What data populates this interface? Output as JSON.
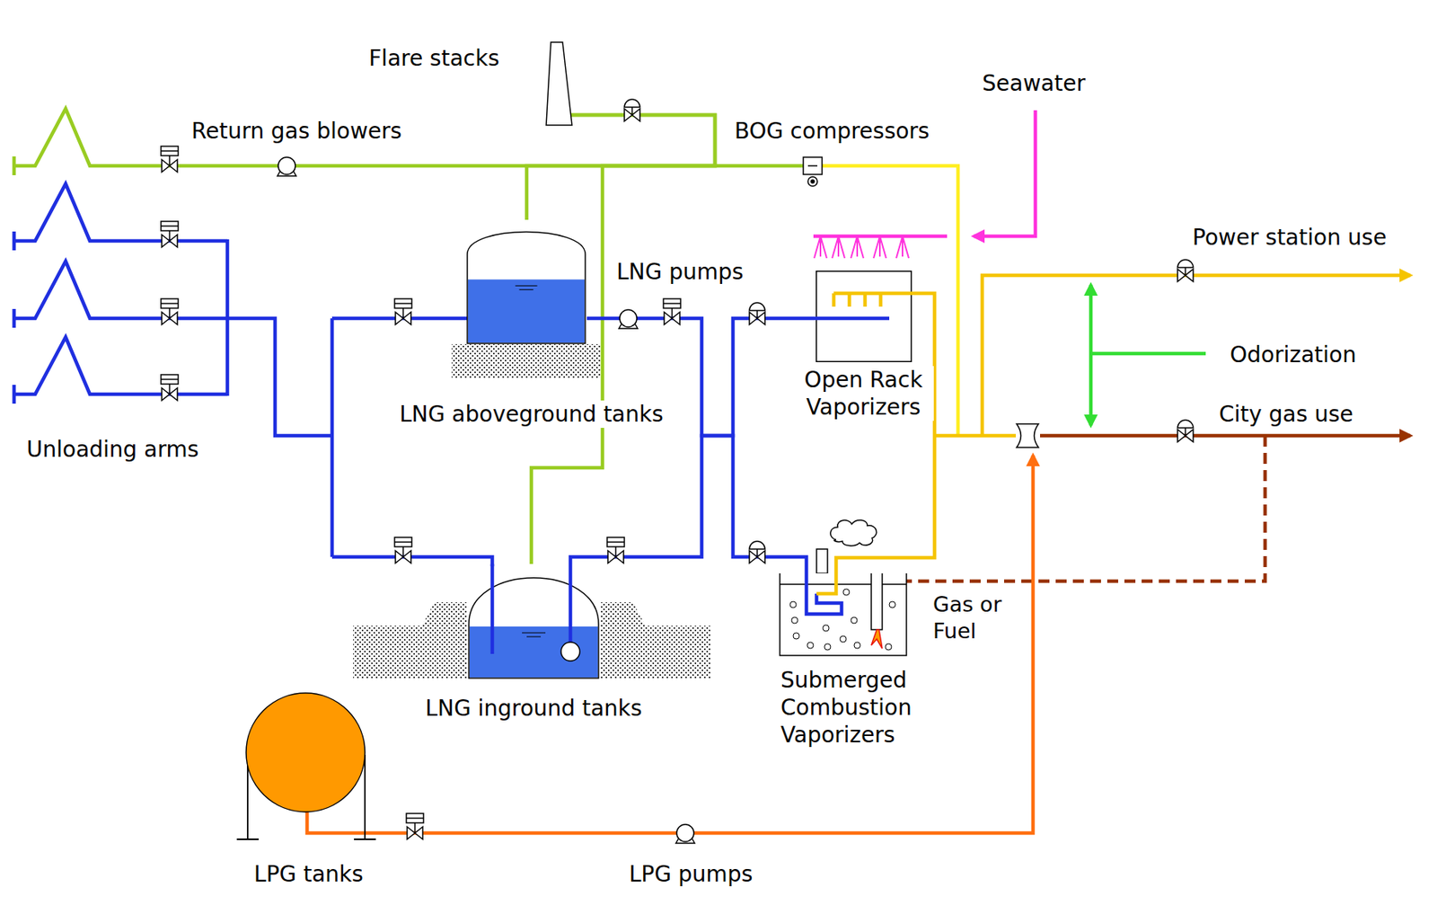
{
  "diagram": {
    "nodes": [
      {
        "text": [
          "Flare stacks"
        ]
      },
      {
        "text": [
          "LNG aboveground tanks"
        ]
      },
      {
        "text": [
          "Open Rack Vaporizers"
        ]
      },
      {
        "text": [
          "LNG inground tanks"
        ]
      },
      {
        "text": [
          "Submerged Combustion Vaporizers"
        ]
      },
      {
        "text": [
          "LPG tanks"
        ]
      }
    ],
    "edges": [
      {
        "from": 1,
        "to": 0,
        "arrow": "none"
      },
      {
        "from": 3,
        "to": 0,
        "arrow": "none"
      },
      {
        "from": 1,
        "to": 2,
        "arrow": "none"
      },
      {
        "from": 3,
        "to": 4,
        "arrow": "none"
      }
    ],
    "labels": [
      "Return gas blowers",
      "BOG compressors",
      "Seawater",
      "LNG pumps",
      "Power station use",
      "Odorization",
      "City gas use",
      "Unloading arms",
      "Gas or Fuel",
      "LPG pumps"
    ]
  }
}
